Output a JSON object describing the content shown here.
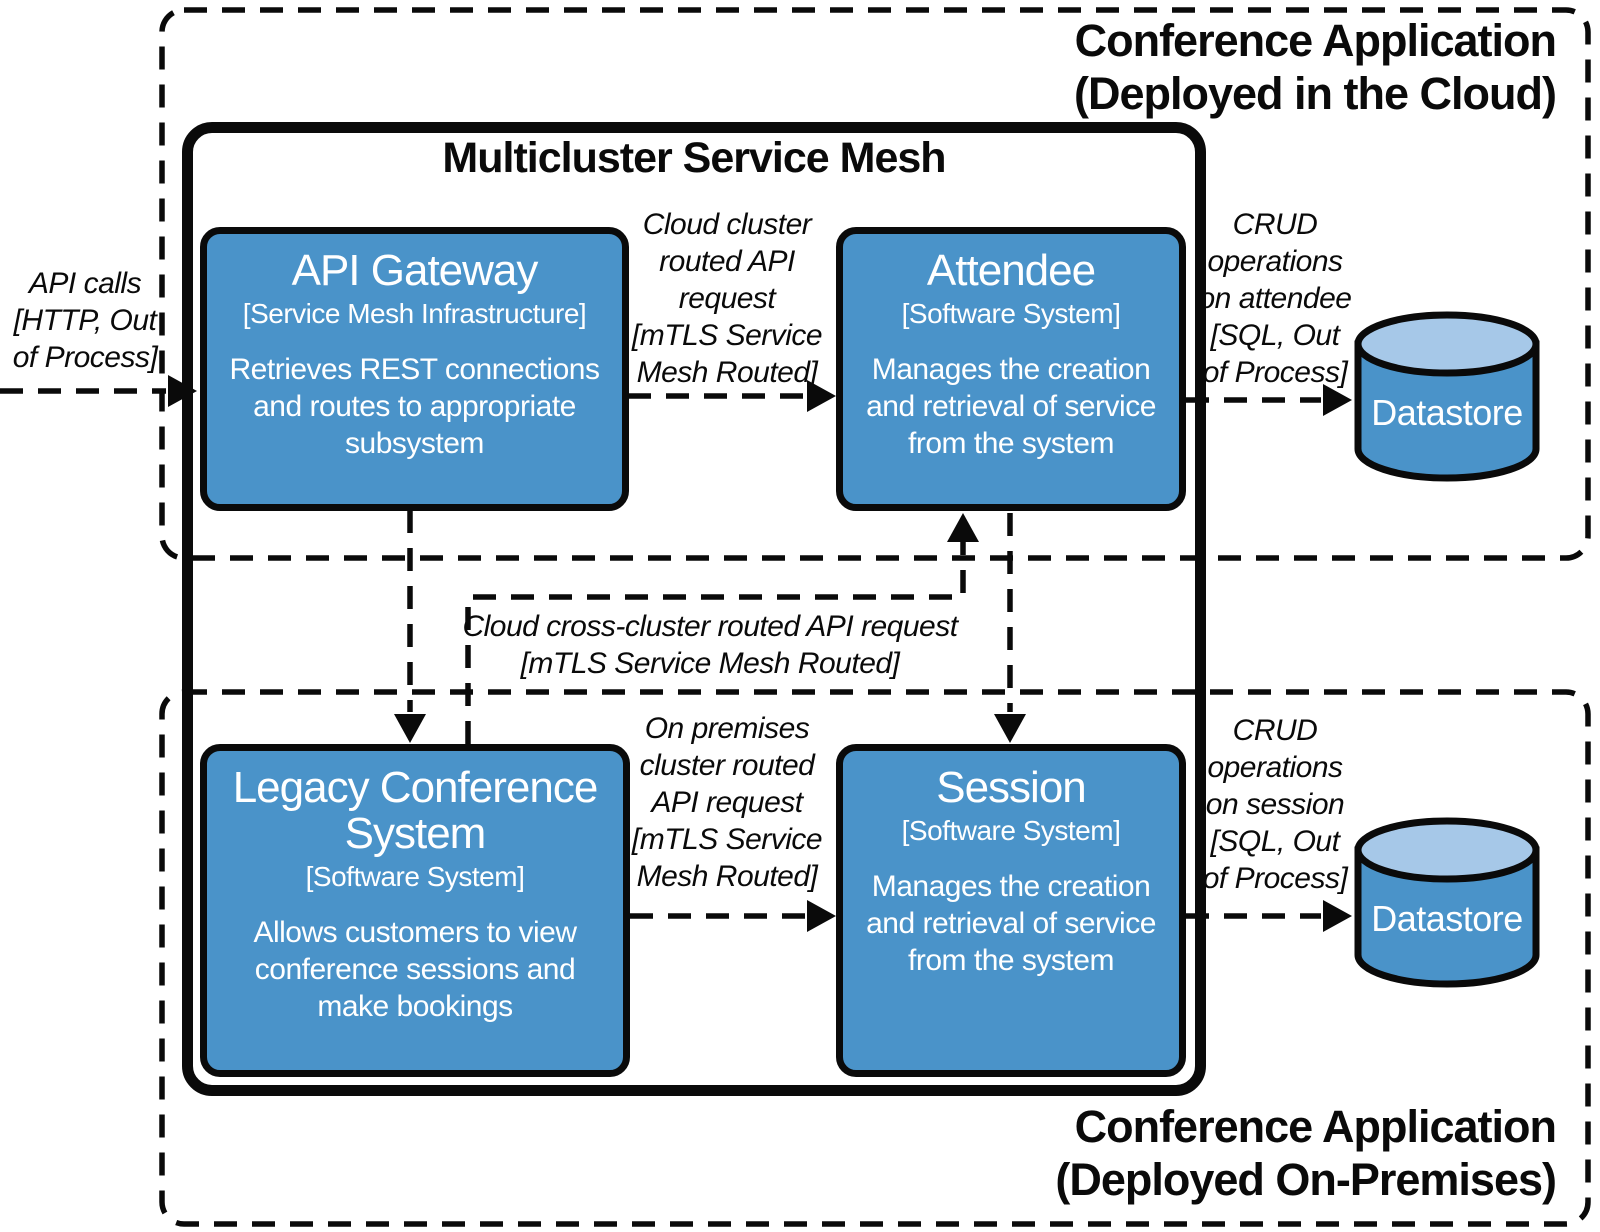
{
  "containers": {
    "cloud": {
      "title": "Conference Application\n(Deployed in the Cloud)"
    },
    "onprem": {
      "title": "Conference Application\n(Deployed On-Premises)"
    }
  },
  "mesh": {
    "title": "Multicluster Service Mesh"
  },
  "systems": {
    "api_gateway": {
      "title": "API Gateway",
      "type": "[Service Mesh Infrastructure]",
      "description": "Retrieves REST connections\nand routes to appropriate\nsubsystem"
    },
    "attendee": {
      "title": "Attendee",
      "type": "[Software System]",
      "description": "Manages the creation\nand retrieval of service\nfrom the system"
    },
    "legacy": {
      "title": "Legacy Conference\nSystem",
      "type": "[Software System]",
      "description": "Allows customers to view\nconference sessions and\nmake bookings"
    },
    "session": {
      "title": "Session",
      "type": "[Software System]",
      "description": "Manages the creation\nand retrieval of service\nfrom the system"
    }
  },
  "datastores": {
    "cloud": {
      "label": "Datastore"
    },
    "onprem": {
      "label": "Datastore"
    }
  },
  "connections": {
    "api_calls": {
      "label": "API calls\n[HTTP, Out\nof Process]"
    },
    "cloud_cluster": {
      "label": "Cloud cluster\nrouted API\nrequest\n[mTLS Service\nMesh Routed]"
    },
    "crud_attendee": {
      "label": "CRUD\noperations\non attendee\n[SQL, Out\nof Process]"
    },
    "cross_cluster": {
      "label": "Cloud cross-cluster routed API request\n[mTLS Service Mesh Routed]"
    },
    "onprem_cluster": {
      "label": "On premises\ncluster routed\nAPI request\n[mTLS Service\nMesh Routed]"
    },
    "crud_session": {
      "label": "CRUD\noperations\non session\n[SQL, Out\nof Process]"
    }
  },
  "colors": {
    "system_fill": "#4a93c9",
    "cylinder_top": "#a6c8e8",
    "line": "#0a0a0a",
    "text_on_blue": "#ffffff"
  }
}
